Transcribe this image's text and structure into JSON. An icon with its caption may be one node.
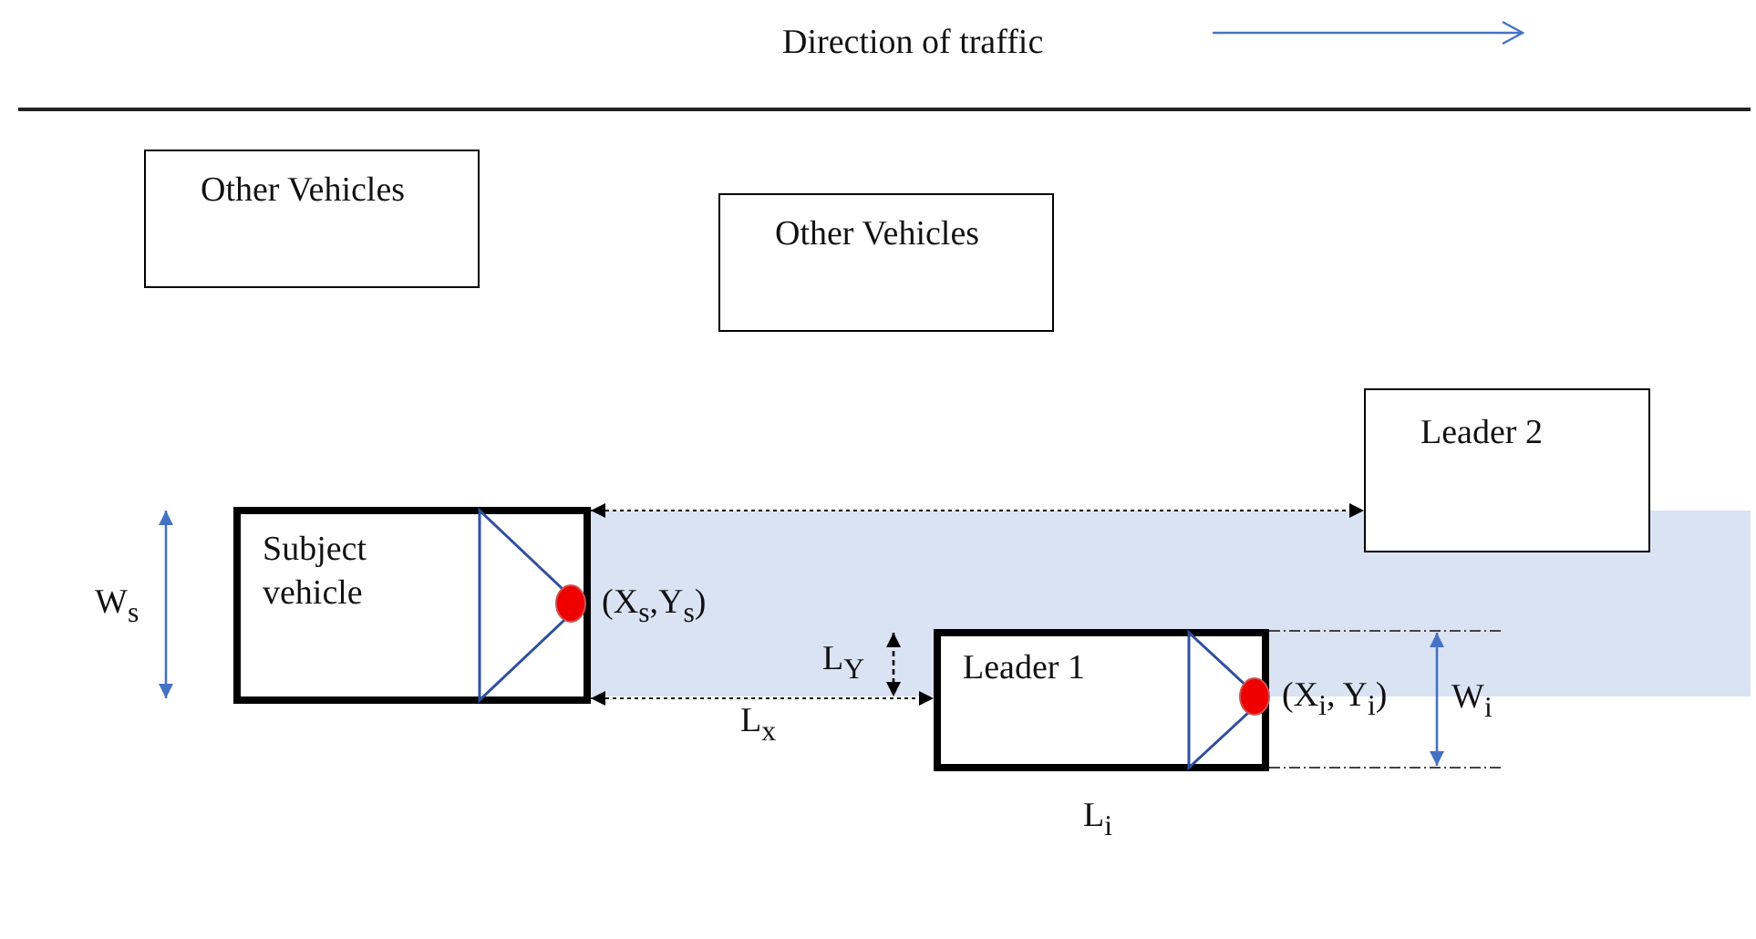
{
  "diagram": {
    "nodes": [
      {
        "text": [
          "Other Vehicles"
        ]
      },
      {
        "text": [
          "Other Vehicles"
        ]
      },
      {
        "text": [
          "Leader 2"
        ]
      },
      {
        "text": [
          "Subject vehicle"
        ],
        "beside": [
          "(X$_{s}$,Y$_{s}$)"
        ]
      },
      {
        "text": [
          "Leader 1"
        ],
        "beside": [
          "(X$_{i}$, Y$_{i}$)"
        ]
      }
    ],
    "edges": [
      {
        "from": 3,
        "to": 2,
        "arrow": "both",
        "style": "dashed"
      },
      {
        "from": 3,
        "to": 4,
        "arrow": "both",
        "style": "dashed",
        "label": "L$_{x}$"
      }
    ],
    "labels": [
      "Direction of traffic",
      "W$_{s}$",
      "L$_{Y}$",
      "W$_{i}$",
      "L$_{i}$"
    ]
  }
}
